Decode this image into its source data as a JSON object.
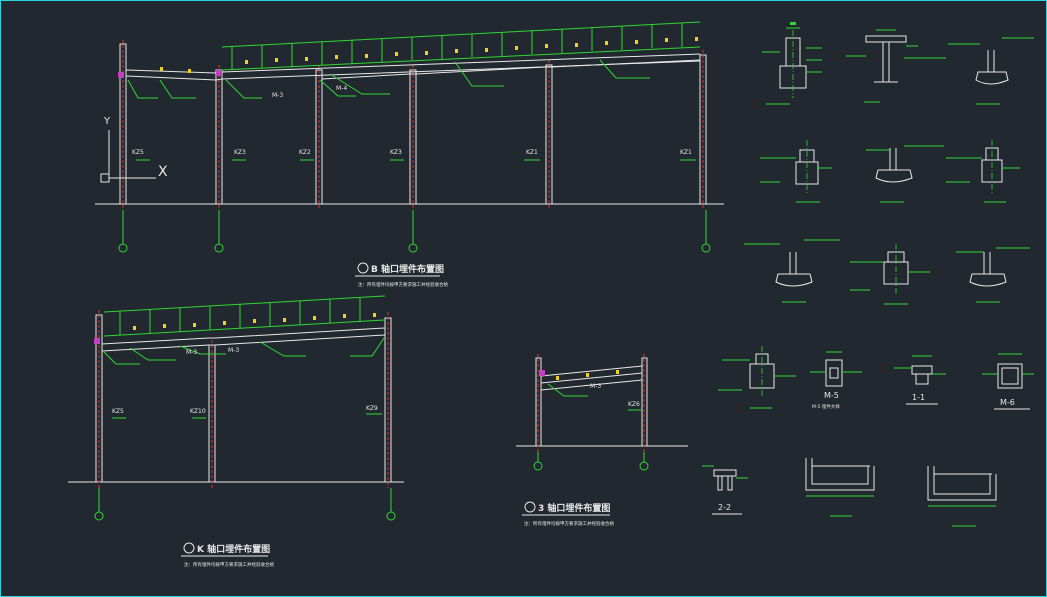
{
  "drawings": {
    "upper_elevation": {
      "title": "B 轴口埋件布置图",
      "note": "注：所有埋件均按甲方要求施工并经验收合格",
      "column_tags": [
        "KZ5",
        "KZ3",
        "KZ2",
        "KZ3",
        "KZ1",
        "KZ1"
      ],
      "beam_tags": [
        "M-3",
        "M-4"
      ]
    },
    "lower_left_elevation": {
      "title": "K 轴口埋件布置图",
      "note": "注：所有埋件均按甲方要求施工并经验收合格",
      "column_tags": [
        "KZ5",
        "KZ10",
        "KZ9"
      ],
      "beam_tags": [
        "M-3",
        "M-3"
      ]
    },
    "lower_mid_elevation": {
      "title": "3 轴口埋件布置图",
      "note": "注：所有埋件均按甲方要求施工并经验收合格",
      "column_tags": [
        "KZ6"
      ],
      "beam_tags": [
        "M-3"
      ]
    }
  },
  "details": {
    "labels": [
      "M-5",
      "1-1",
      "M-6",
      "2-2"
    ],
    "m5_caption": "M-5 埋件大样"
  },
  "axes_symbol": {
    "y_label": "Y",
    "x_label": "X"
  },
  "colors": {
    "background": "#212830",
    "frame": "#2fd4e0",
    "line": "#e8e8e8",
    "dim": "#2fd72f",
    "accent": "#f0d020",
    "centerline": "#e03030"
  }
}
